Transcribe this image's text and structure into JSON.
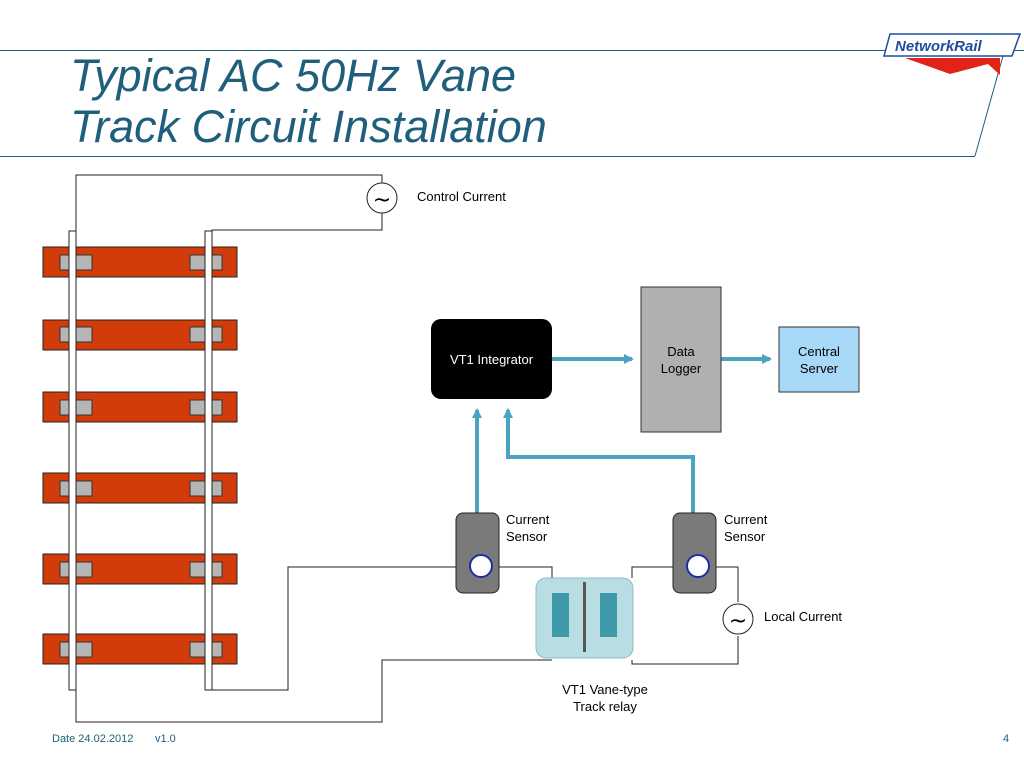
{
  "header": {
    "title_line1": "Typical AC 50Hz Vane",
    "title_line2": "Track Circuit Installation",
    "logo_text": "NetworkRail"
  },
  "diagram": {
    "control_current_label": "Control Current",
    "local_current_label": "Local Current",
    "integrator_label": "VT1 Integrator",
    "data_logger_label": [
      "Data",
      "Logger"
    ],
    "central_server_label": [
      "Central",
      "Server"
    ],
    "sensor_left_label": [
      "Current",
      "Sensor"
    ],
    "sensor_right_label": [
      "Current",
      "Sensor"
    ],
    "relay_label": [
      "VT1 Vane-type",
      "Track relay"
    ],
    "ac_symbol": "~",
    "sleeper_count": 6
  },
  "footer": {
    "date": "Date 24.02.2012",
    "version": "v1.0",
    "page_number": "4"
  },
  "colors": {
    "title": "#1f5f7b",
    "sleeper": "#d23c0a",
    "arrow": "#4aa3bf",
    "integrator": "#000000",
    "data_logger": "#b0b0b0",
    "central_server": "#a8d8f8",
    "sensor": "#7a7a7a",
    "relay": "#b8dde3",
    "logo_red": "#e2231a",
    "logo_blue": "#1f4e9a"
  }
}
